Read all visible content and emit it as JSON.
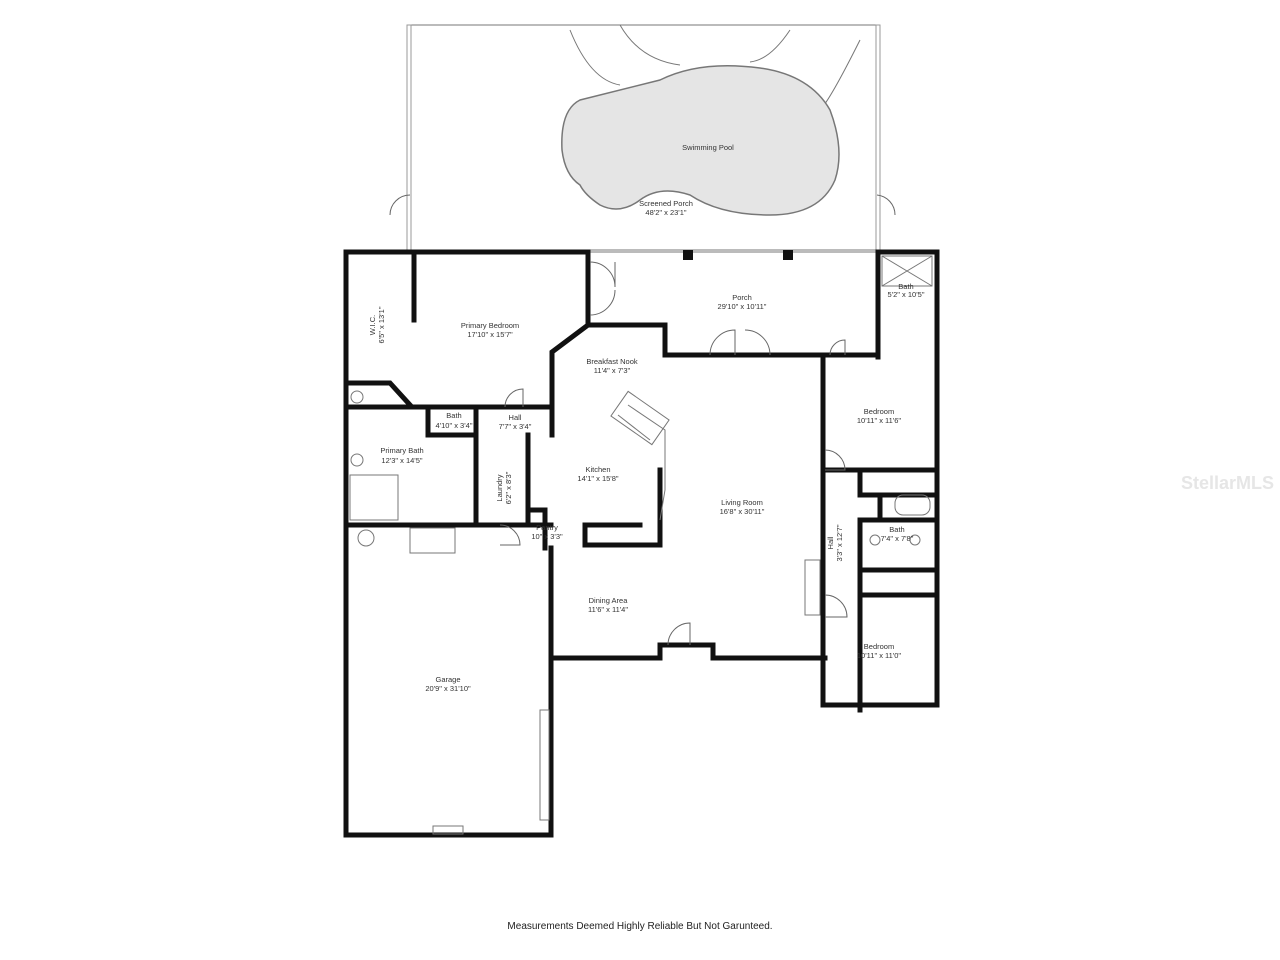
{
  "rooms": {
    "pool": {
      "name": "Swimming Pool"
    },
    "screened_porch": {
      "name": "Screened Porch",
      "size": "48'2\" x 23'1\""
    },
    "porch": {
      "name": "Porch",
      "size": "29'10\" x 10'11\""
    },
    "bath_ne": {
      "name": "Bath",
      "size": "5'2\" x 10'5\""
    },
    "wic": {
      "name": "W.I.C.",
      "size": "6'5\" x 13'1\""
    },
    "primary_bedroom": {
      "name": "Primary Bedroom",
      "size": "17'10\" x 15'7\""
    },
    "breakfast_nook": {
      "name": "Breakfast Nook",
      "size": "11'4\" x 7'3\""
    },
    "bath_small": {
      "name": "Bath",
      "size": "4'10\" x 3'4\""
    },
    "hall_1": {
      "name": "Hall",
      "size": "7'7\" x 3'4\""
    },
    "primary_bath": {
      "name": "Primary Bath",
      "size": "12'3\" x 14'5\""
    },
    "laundry": {
      "name": "Laundry",
      "size": "6'2\" x 8'3\""
    },
    "kitchen": {
      "name": "Kitchen",
      "size": "14'1\" x 15'8\""
    },
    "pantry": {
      "name": "Pantry",
      "size": "10\" x 3'3\""
    },
    "living_room": {
      "name": "Living Room",
      "size": "16'8\" x 30'11\""
    },
    "bedroom_1": {
      "name": "Bedroom",
      "size": "10'11\" x 11'6\""
    },
    "hall_2": {
      "name": "Hall",
      "size": "3'3\" x 12'7\""
    },
    "bath_2": {
      "name": "Bath",
      "size": "7'4\" x 7'8\""
    },
    "dining_area": {
      "name": "Dining Area",
      "size": "11'6\" x 11'4\""
    },
    "bedroom_2": {
      "name": "Bedroom",
      "size": "10'11\" x 11'0\""
    },
    "garage": {
      "name": "Garage",
      "size": "20'9\" x 31'10\""
    }
  },
  "disclaimer": "Measurements Deemed Highly Reliable But Not Garunteed.",
  "watermark": "StellarMLS"
}
